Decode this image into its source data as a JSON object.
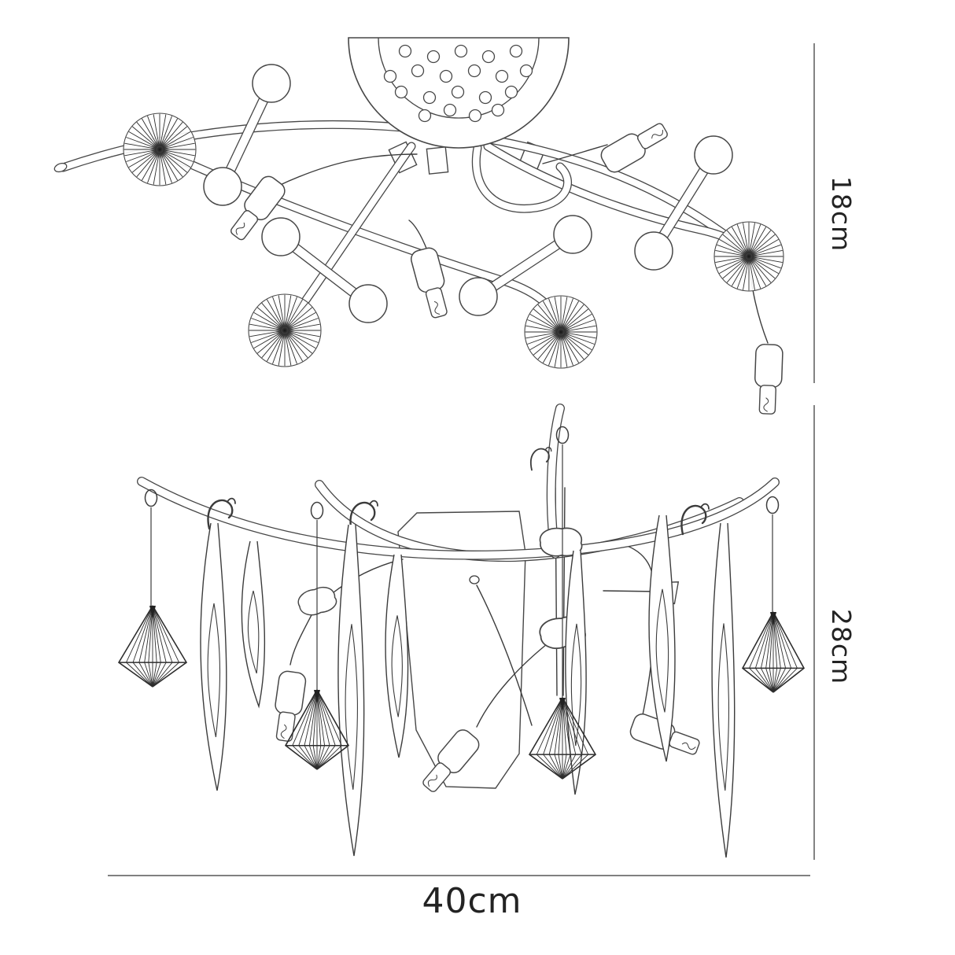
{
  "dimensions": {
    "top_view_height": "18cm",
    "side_view_height": "28cm",
    "overall_width": "40cm"
  },
  "colors": {
    "background": "#ffffff",
    "line": "#474747",
    "thin_line": "#3c3c3c",
    "dimension_line": "#6e6e6e",
    "text": "#232323"
  },
  "top_view": {
    "starburst_shade_count": 4,
    "bulb_sphere_count": 8,
    "bulb_socket_count": 4,
    "canopy_hole_count": 20
  },
  "side_view": {
    "diamond_pendant_count": 4,
    "teardrop_drop_count": 7,
    "bulb_socket_count": 3,
    "hanging_ring_count": 4
  }
}
